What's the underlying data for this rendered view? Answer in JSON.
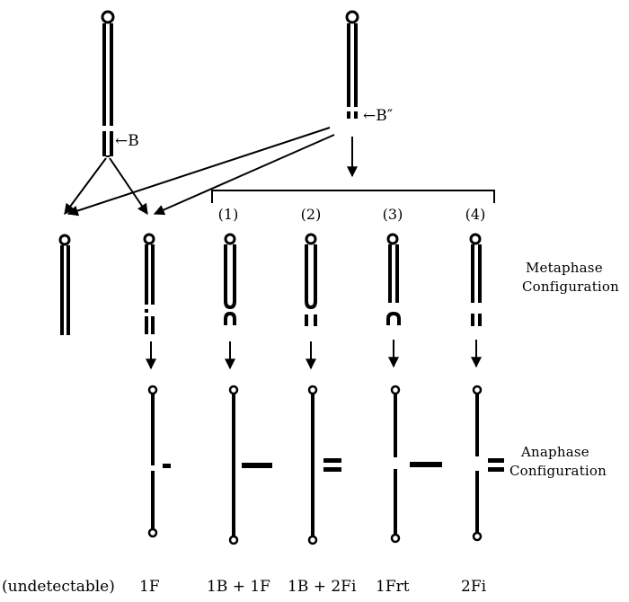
{
  "labels": {
    "b_arrow": "←B",
    "b2_arrow": "←B″",
    "n1": "(1)",
    "n2": "(2)",
    "n3": "(3)",
    "n4": "(4)",
    "metaphase_1": "Metaphase",
    "metaphase_2": "Configuration",
    "anaphase_1": "Anaphase",
    "anaphase_2": "Configuration",
    "b_und": "(undetectable)",
    "b_1f": "1F",
    "b_1b1f": "1B + 1F",
    "b_1b2fi": "1B + 2Fi",
    "b_1frt": "1Frt",
    "b_2fi": "2Fi"
  }
}
